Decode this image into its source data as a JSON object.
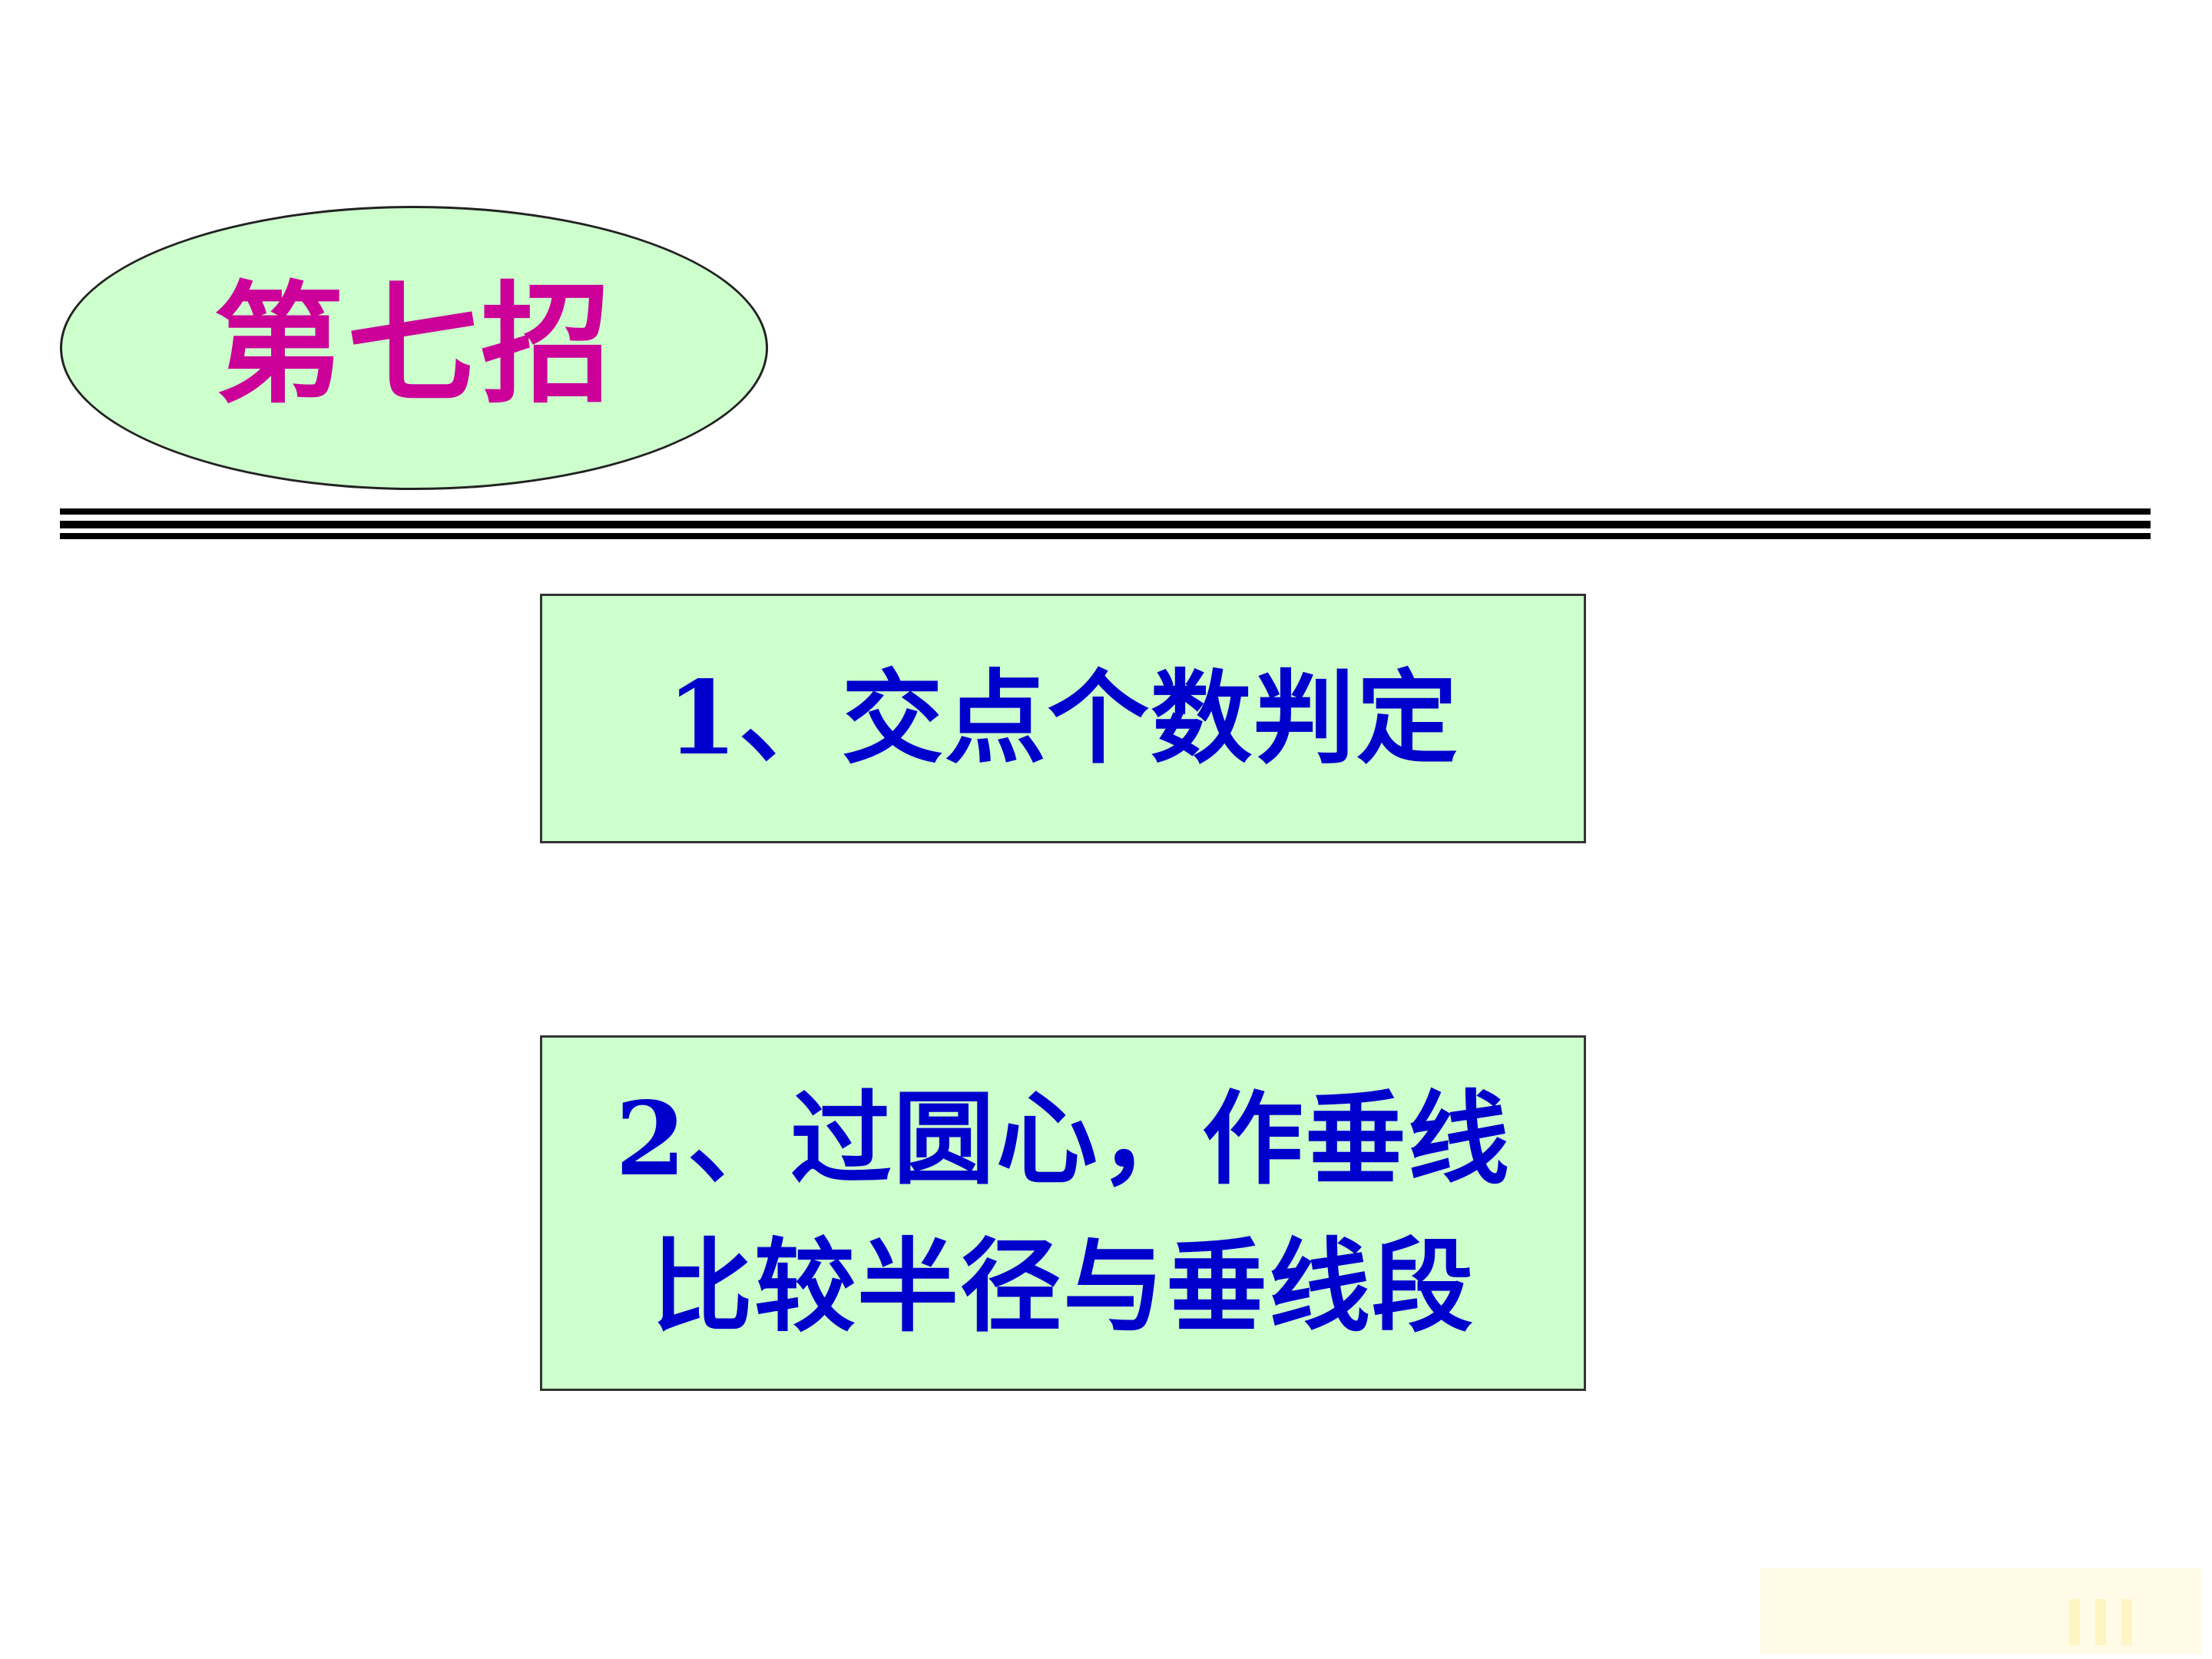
{
  "title": {
    "text": "第七招"
  },
  "items": [
    {
      "lines": [
        "1、交点个数判定"
      ]
    },
    {
      "lines": [
        "2、过圆心，作垂线",
        "比较半径与垂线段"
      ]
    }
  ],
  "colors": {
    "title_text": "#cc0099",
    "box_text": "#0000cc",
    "box_fill": "#ccffcc",
    "ellipse_fill": "#ccffcc"
  }
}
